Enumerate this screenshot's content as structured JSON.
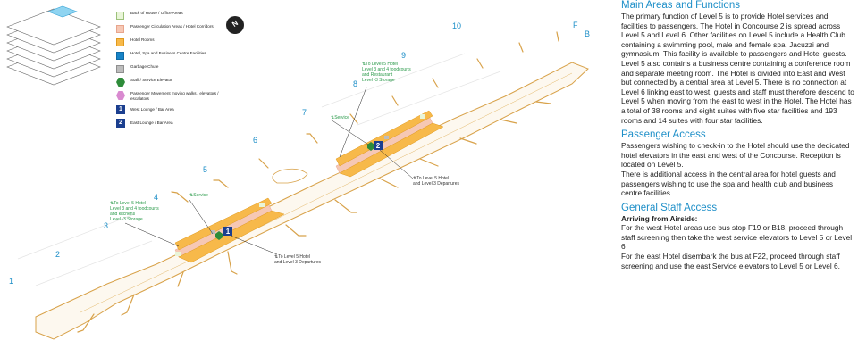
{
  "legend": [
    {
      "label": "Back of House / Office Areas",
      "kind": "square",
      "color": "#e9f5d8",
      "border": "#9cc17a"
    },
    {
      "label": "Passenger Circulation Areas / Hotel Corridors",
      "kind": "square",
      "color": "#f6c8b5",
      "border": "#e8a58c"
    },
    {
      "label": "Hotel Rooms",
      "kind": "square",
      "color": "#f7b94a",
      "border": "#e09a1e"
    },
    {
      "label": "Hotel, Spa and Business Centre Facilities",
      "kind": "square",
      "color": "#1683c7",
      "border": "#0f6aa5"
    },
    {
      "label": "Garbage Chute",
      "kind": "square",
      "color": "#bdbdbd",
      "border": "#8f8f8f"
    },
    {
      "label": "Staff / Service Elevator",
      "kind": "hex",
      "color": "#2e8c3a"
    },
    {
      "label": "Passenger Movement moving walks / elevators / escalators",
      "kind": "hex",
      "color": "#d98ad0"
    },
    {
      "label": "West Lounge / Bar Area",
      "kind": "number",
      "number": "1"
    },
    {
      "label": "East Lounge / Bar Area",
      "kind": "number",
      "number": "2"
    }
  ],
  "compass_label": "N",
  "gates": [
    "1",
    "2",
    "3",
    "4",
    "5",
    "6",
    "7",
    "8",
    "9",
    "10",
    "F",
    "B"
  ],
  "map_labels": {
    "west_service_block": "To Level 5 Hotel\nLevel 3 and 4 foodcourts\nand kitchens\nLevel -3 Storage",
    "west_service": "Service",
    "west_departures": "To Level 5 Hotel\nand Level 3 Departures",
    "east_service_block": "To Level 5 Hotel\nLevel 3 and 4 foodcourts\nand Restaurant\nLevel -3 Storage",
    "east_service": "Service",
    "east_departures": "To Level 5 Hotel\nand Level 3 Departures"
  },
  "text_panel": {
    "main_heading": "Main Areas and Functions",
    "main_body": "The primary function of Level 5 is to provide Hotel services and facilities to passengers. The Hotel in Concourse 2 is spread across Level 5 and Level 6. Other facilities on Level 5 include a Health Club containing a swimming pool, male and female spa, Jacuzzi and gymnasium. This facility is available to passengers and Hotel guests. Level 5 also contains a business centre containing a conference room and separate meeting room. The Hotel is divided into East and West but connected by a central area at Level 5. There is no connection at Level 6 linking east to west, guests and staff must therefore descend to Level 5 when moving from the east to west in the Hotel. The Hotel has a total of 38 rooms and eight suites with five star facilities and 193 rooms and 14 suites with four star facilities.",
    "passenger_heading": "Passenger Access",
    "passenger_body_1": "Passengers wishing to check-in to the Hotel should use the dedicated hotel elevators in the east and west of the Concourse. Reception is located on Level 5.",
    "passenger_body_2": "There is additional access in the central area for hotel guests and passengers wishing to use the spa and health club and business centre facilities.",
    "staff_heading": "General Staff Access",
    "staff_sub": "Arriving from Airside:",
    "staff_body_1": "For the west Hotel areas use bus stop F19 or B18, proceed through staff screening then take the west service elevators to Level 5 or Level 6",
    "staff_body_2": "For the east Hotel disembark the bus at F22, proceed through staff screening and use the east Service elevators to Level 5 or Level 6."
  }
}
